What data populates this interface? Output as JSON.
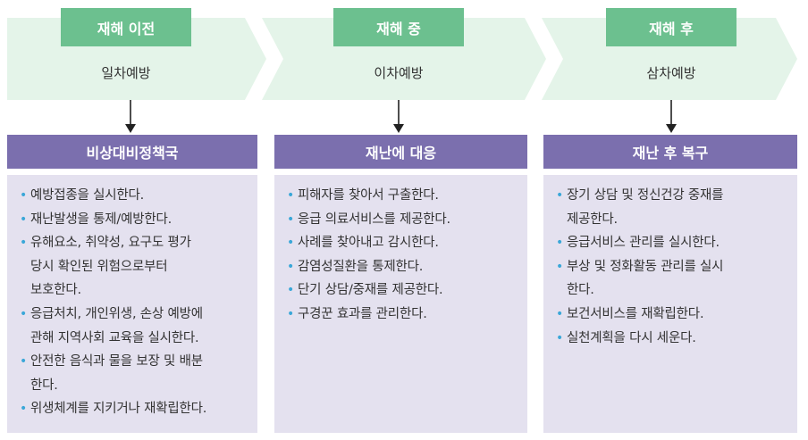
{
  "colors": {
    "chevron_bg": "#e4f4e9",
    "phase_tag": "#6cc08f",
    "header": "#7b6fae",
    "panel_bg": "#e4e1ef",
    "bullet": "#3aa7d8"
  },
  "columns": [
    {
      "phase": "재해 이전",
      "prevention": "일차예방",
      "header": "비상대비정책국",
      "items": [
        "예방접종을 실시한다.",
        "재난발생을 통제/예방한다.",
        "유해요소, 취약성, 요구도 평가\n당시 확인된 위험으로부터\n보호한다.",
        "응급처치, 개인위생, 손상 예방에\n관해 지역사회 교육을 실시한다.",
        "안전한 음식과 물을 보장 및 배분\n한다.",
        "위생체계를 지키거나 재확립한다."
      ]
    },
    {
      "phase": "재해 중",
      "prevention": "이차예방",
      "header": "재난에 대응",
      "items": [
        "피해자를 찾아서 구출한다.",
        "응급 의료서비스를 제공한다.",
        "사례를 찾아내고 감시한다.",
        "감염성질환을 통제한다.",
        "단기 상담/중재를 제공한다.",
        "구경꾼 효과를 관리한다."
      ]
    },
    {
      "phase": "재해 후",
      "prevention": "삼차예방",
      "header": "재난 후 복구",
      "items": [
        "장기 상담 및 정신건강 중재를\n제공한다.",
        "응급서비스 관리를 실시한다.",
        "부상 및 정화활동 관리를 실시\n한다.",
        "보건서비스를 재확립한다.",
        "실천계획을 다시 세운다."
      ]
    }
  ]
}
